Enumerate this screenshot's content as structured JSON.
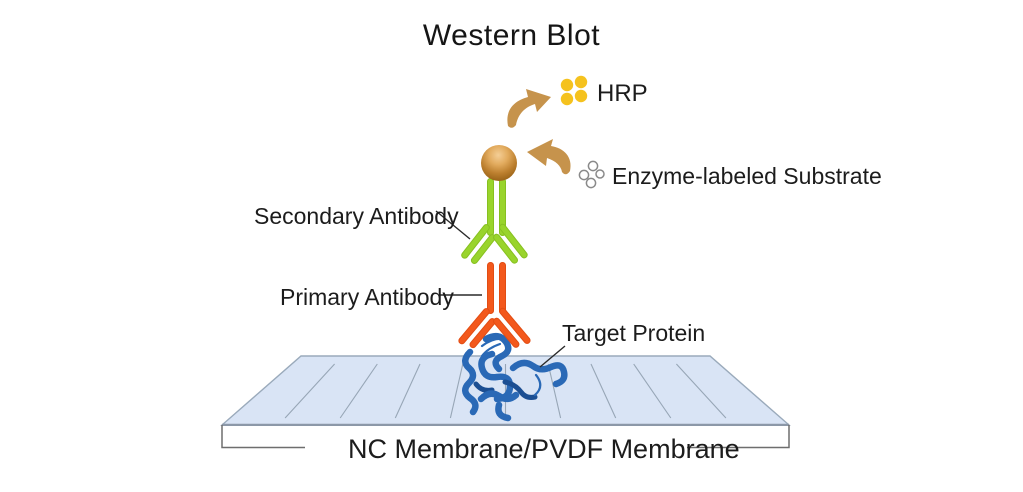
{
  "title": "Western Blot",
  "labels": {
    "hrp": "HRP",
    "enzyme_substrate": "Enzyme-labeled Substrate",
    "secondary_antibody": "Secondary Antibody",
    "primary_antibody": "Primary Antibody",
    "target_protein": "Target Protein",
    "membrane": "NC Membrane/PVDF Membrane"
  },
  "colors": {
    "secondary_antibody_green": "#99D42C",
    "primary_antibody_orange": "#F3581C",
    "hrp_yellow": "#F5C21E",
    "enzyme_sphere_brown": "#B5782A",
    "arrow_tan": "#C6934C",
    "membrane_fill": "#D9E4F5",
    "membrane_lane_line": "#97A6B6",
    "target_protein_blue": "#2A69B6",
    "text": "#1C1C1C"
  },
  "icons": {
    "hrp_molecules": "four-yellow-dots-icon",
    "substrate_molecules": "four-outline-circles-icon",
    "enzyme": "brown-sphere-icon",
    "release_arrow": "curved-arrow-up-right-icon",
    "bind_arrow": "curved-arrow-up-left-icon"
  }
}
